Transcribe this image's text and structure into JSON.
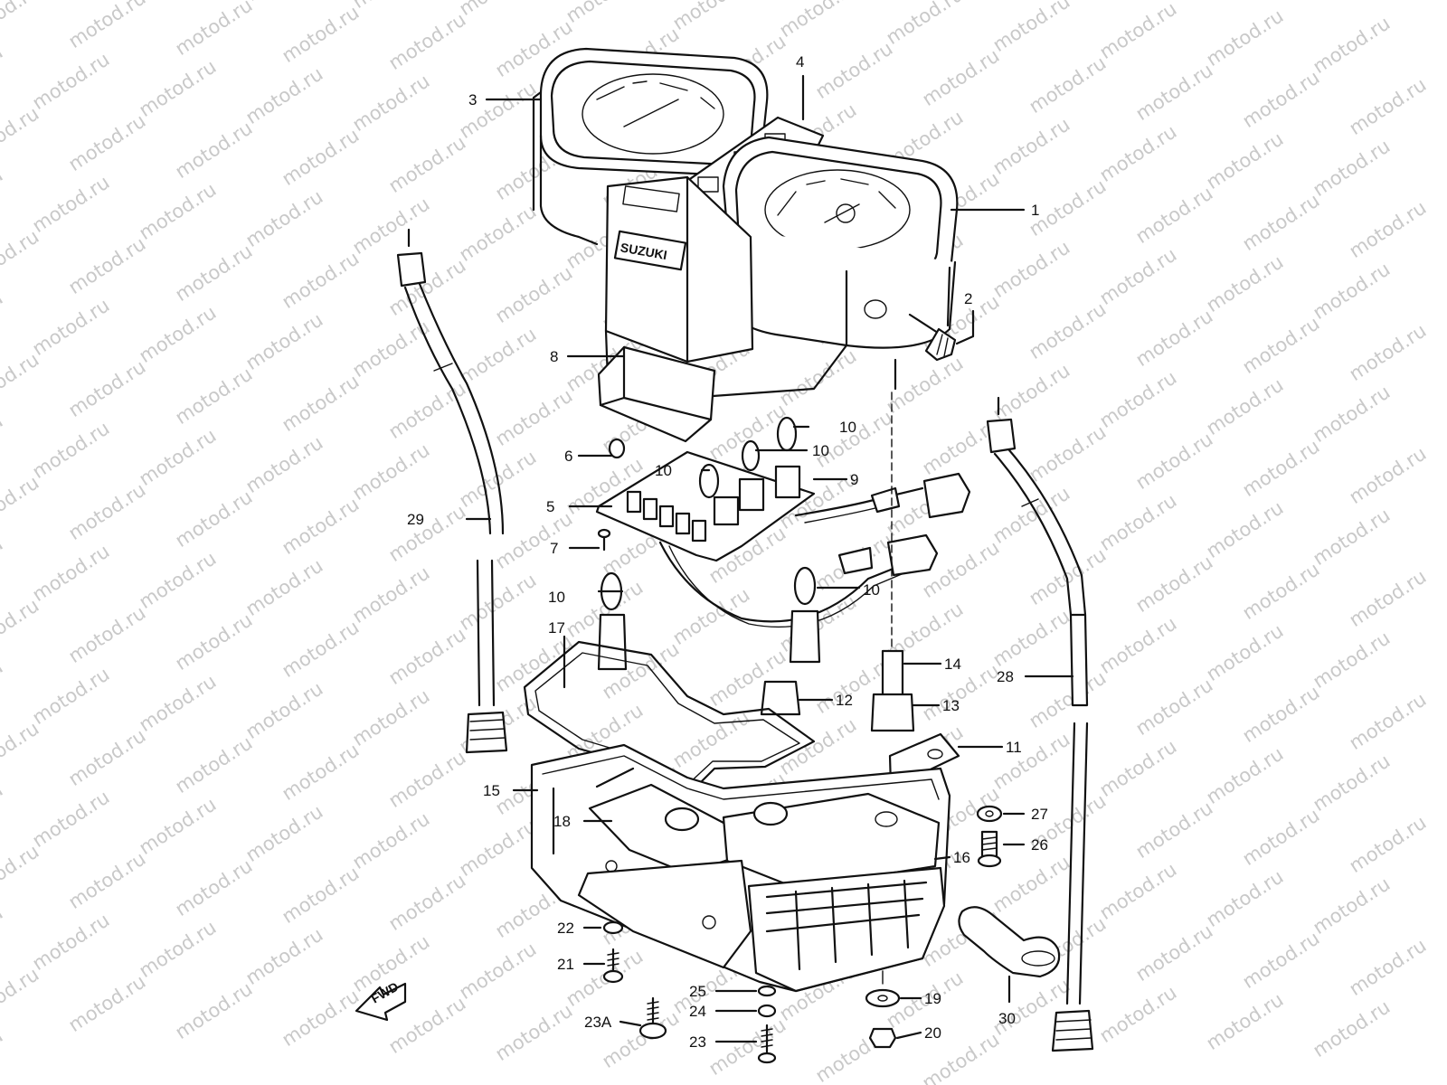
{
  "diagram": {
    "watermark_text": "motod.ru",
    "brand_badge": "SUZUKI",
    "direction_badge": "FWD",
    "callouts": [
      "1",
      "2",
      "3",
      "4",
      "5",
      "6",
      "7",
      "8",
      "9",
      "10",
      "10",
      "10",
      "10",
      "10",
      "11",
      "12",
      "13",
      "14",
      "15",
      "16",
      "17",
      "18",
      "19",
      "20",
      "21",
      "22",
      "23",
      "23A",
      "24",
      "25",
      "26",
      "27",
      "28",
      "29",
      "30"
    ]
  }
}
